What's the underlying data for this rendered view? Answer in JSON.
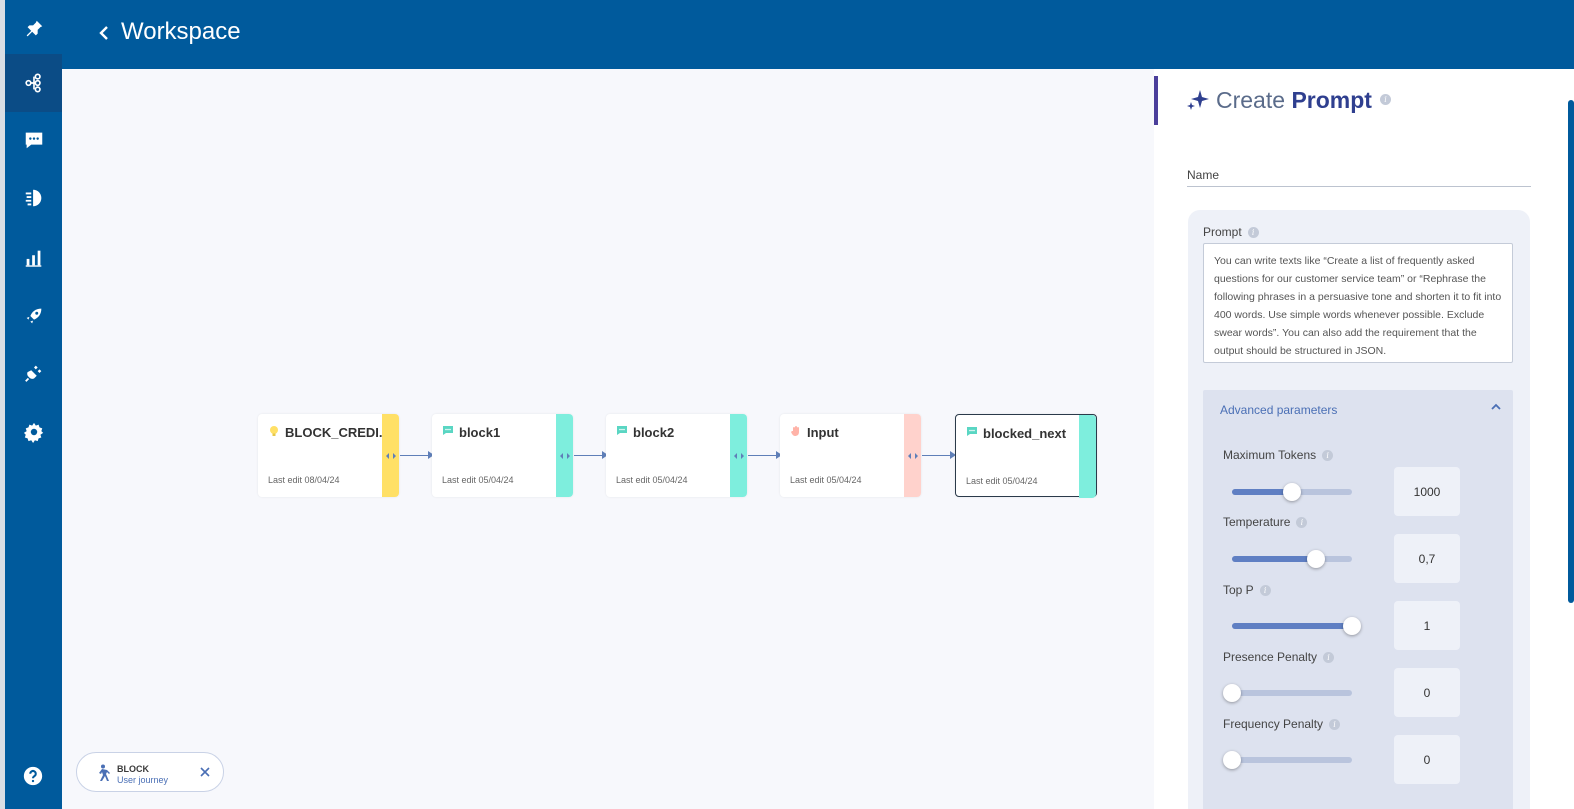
{
  "header": {
    "title": "Workspace"
  },
  "sidebar": {
    "items": [
      {
        "icon": "pin-icon"
      },
      {
        "icon": "workflow-icon",
        "active": true
      },
      {
        "icon": "chat-icon"
      },
      {
        "icon": "brain-icon"
      },
      {
        "icon": "bar-chart-icon"
      },
      {
        "icon": "rocket-icon"
      },
      {
        "icon": "plug-icon"
      },
      {
        "icon": "gear-icon"
      }
    ],
    "help_icon": "help-icon"
  },
  "canvas": {
    "nodes": [
      {
        "title": "BLOCK_CREDI...",
        "date": "Last edit 08/04/24",
        "icon": "lightbulb-icon",
        "color": "#ffe066"
      },
      {
        "title": "block1",
        "date": "Last edit 05/04/24",
        "icon": "chat-icon",
        "color": "#7eeedd"
      },
      {
        "title": "block2",
        "date": "Last edit 05/04/24",
        "icon": "chat-icon",
        "color": "#7eeedd"
      },
      {
        "title": "Input",
        "date": "Last edit 05/04/24",
        "icon": "hand-icon",
        "color": "#ffd2cc"
      },
      {
        "title": "blocked_next",
        "date": "Last edit 05/04/24",
        "icon": "chat-icon",
        "color": "#7eeedd"
      }
    ],
    "journey_chip": {
      "title": "BLOCK",
      "subtitle": "User journey"
    }
  },
  "panel": {
    "title_light": "Create",
    "title_bold": "Prompt",
    "name_label": "Name",
    "prompt_label": "Prompt",
    "prompt_placeholder": "You can write texts like “Create a list of frequently asked questions for our customer service team” or “Rephrase the following phrases in a persuasive tone and shorten it to fit into 400 words. Use simple words whenever possible. Exclude swear words”. You can also add the requirement that the output should be structured in JSON.",
    "advanced_title": "Advanced parameters",
    "params": [
      {
        "label": "Maximum Tokens",
        "value": "1000",
        "level": 0.5
      },
      {
        "label": "Temperature",
        "value": "0,7",
        "level": 0.7
      },
      {
        "label": "Top P",
        "value": "1",
        "level": 1.0
      },
      {
        "label": "Presence Penalty",
        "value": "0",
        "level": 0.0
      },
      {
        "label": "Frequency Penalty",
        "value": "0",
        "level": 0.0
      }
    ]
  },
  "colors": {
    "brand": "#005a9c",
    "accent": "#2f3f8f"
  }
}
